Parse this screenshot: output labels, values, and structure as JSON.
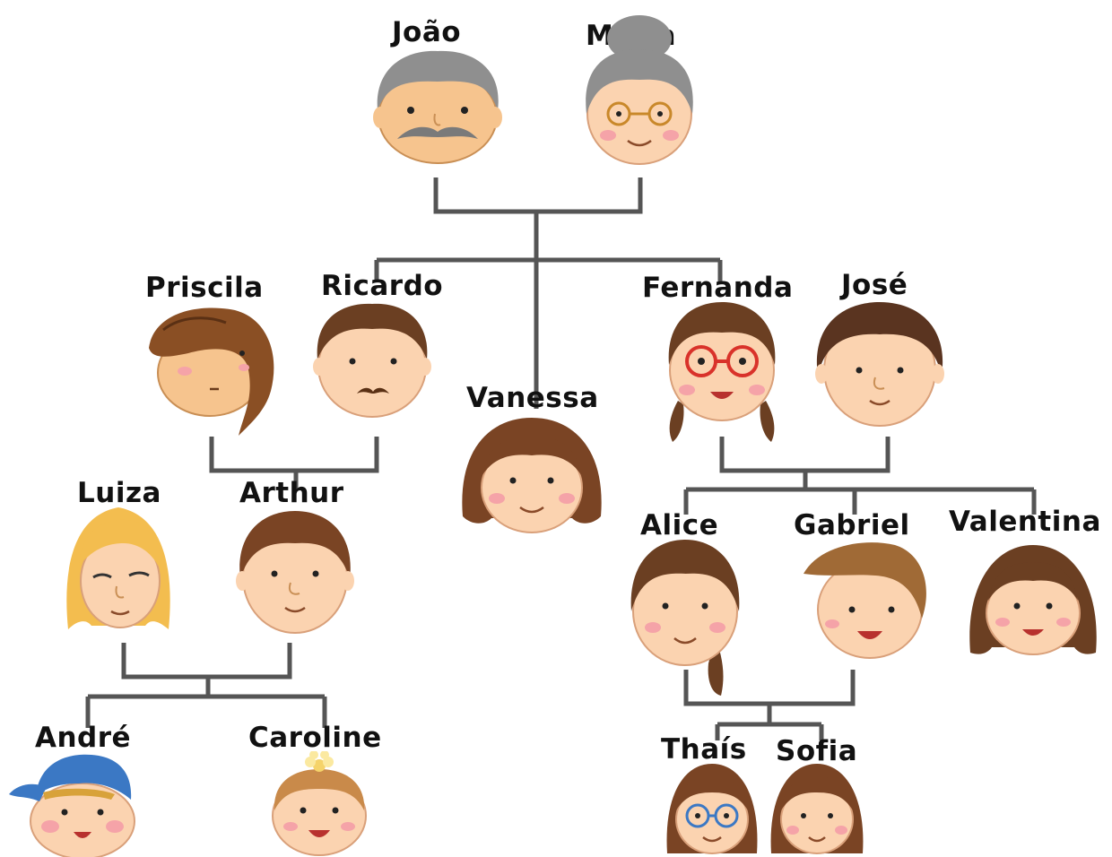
{
  "colors": {
    "line": "#555555",
    "skin": "#fbd3b0",
    "skin_tan": "#f6c48e",
    "hair_gray": "#8f8f8f",
    "hair_brown": "#6b3f22",
    "hair_light_brown": "#a06a36",
    "hair_blond": "#f3bd4f",
    "cheek": "#f5a3a8",
    "cap_blue": "#3b78c4"
  },
  "people": {
    "joao": {
      "name": "João",
      "icon": "grandfather-face-icon"
    },
    "maria": {
      "name": "Maria",
      "icon": "grandmother-face-icon"
    },
    "priscila": {
      "name": "Priscila",
      "icon": "woman-face-icon"
    },
    "ricardo": {
      "name": "Ricardo",
      "icon": "man-mustache-face-icon"
    },
    "vanessa": {
      "name": "Vanessa",
      "icon": "woman-face-icon"
    },
    "fernanda": {
      "name": "Fernanda",
      "icon": "woman-glasses-face-icon"
    },
    "jose": {
      "name": "José",
      "icon": "man-face-icon"
    },
    "luiza": {
      "name": "Luiza",
      "icon": "blond-woman-face-icon"
    },
    "arthur": {
      "name": "Arthur",
      "icon": "man-face-icon"
    },
    "alice": {
      "name": "Alice",
      "icon": "girl-face-icon"
    },
    "gabriel": {
      "name": "Gabriel",
      "icon": "boy-face-icon"
    },
    "valentina": {
      "name": "Valentina",
      "icon": "girl-face-icon"
    },
    "andre": {
      "name": "André",
      "icon": "boy-cap-face-icon"
    },
    "caroline": {
      "name": "Caroline",
      "icon": "baby-girl-face-icon"
    },
    "thais": {
      "name": "Thaís",
      "icon": "girl-glasses-face-icon"
    },
    "sofia": {
      "name": "Sofia",
      "icon": "girl-face-icon"
    }
  }
}
